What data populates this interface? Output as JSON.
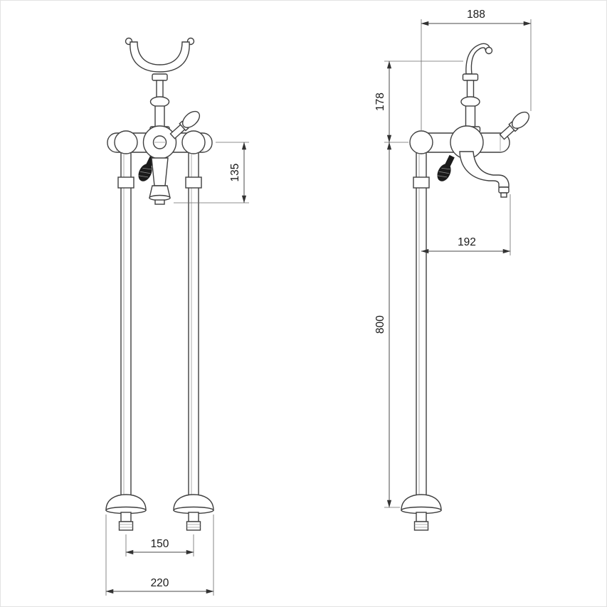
{
  "front_view": {
    "spout_drop": "135",
    "inlet_spacing": "150",
    "base_width": "220"
  },
  "side_view": {
    "top_offset": "188",
    "cradle_height": "178",
    "spout_reach": "192",
    "column_height": "800"
  },
  "colors": {
    "line": "#3f3f3f",
    "dimension_line": "#4a4a4a",
    "text": "#1a1a1a",
    "dark_fill": "#1b1b1b",
    "background": "#ffffff"
  }
}
